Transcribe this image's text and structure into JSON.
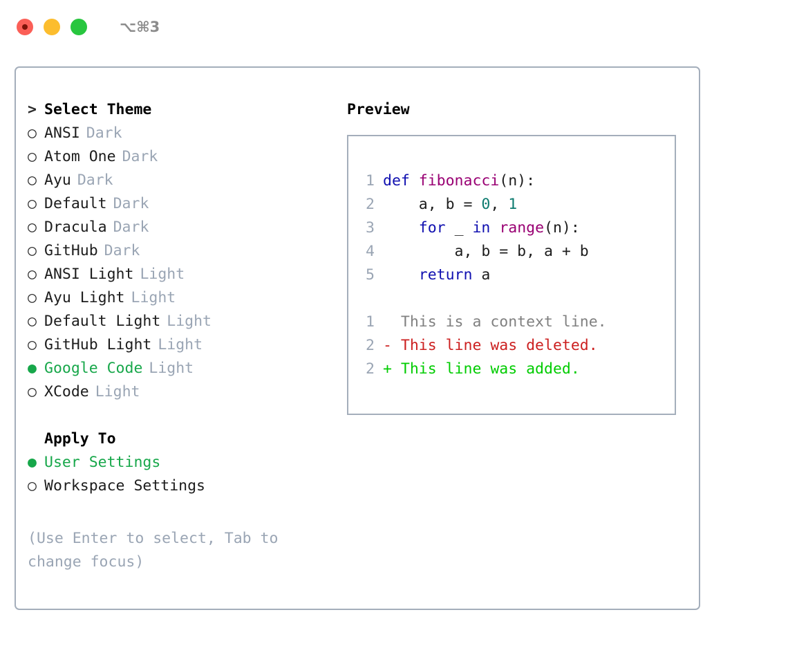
{
  "titlebar": {
    "shortcut": "⌥⌘3",
    "buttons": [
      "close",
      "minimize",
      "maximize"
    ]
  },
  "colors": {
    "accent_green": "#17a74a",
    "muted": "#9aa5b4",
    "border": "#a4aebb",
    "keyword": "#1010b0",
    "function": "#990073",
    "number": "#0b7a6e",
    "diff_added": "#00cc00",
    "diff_deleted": "#cc2020",
    "diff_context": "#808080"
  },
  "theme_list": {
    "header": "Select Theme",
    "header_prefix": ">",
    "marker_unselected": "○",
    "marker_selected": "●",
    "items": [
      {
        "name": "ANSI",
        "category": "Dark",
        "selected": false
      },
      {
        "name": "Atom One",
        "category": "Dark",
        "selected": false
      },
      {
        "name": "Ayu",
        "category": "Dark",
        "selected": false
      },
      {
        "name": "Default",
        "category": "Dark",
        "selected": false
      },
      {
        "name": "Dracula",
        "category": "Dark",
        "selected": false
      },
      {
        "name": "GitHub",
        "category": "Dark",
        "selected": false
      },
      {
        "name": "ANSI Light",
        "category": "Light",
        "selected": false
      },
      {
        "name": "Ayu Light",
        "category": "Light",
        "selected": false
      },
      {
        "name": "Default Light",
        "category": "Light",
        "selected": false
      },
      {
        "name": "GitHub Light",
        "category": "Light",
        "selected": false
      },
      {
        "name": "Google Code",
        "category": "Light",
        "selected": true
      },
      {
        "name": "XCode",
        "category": "Light",
        "selected": false
      }
    ]
  },
  "apply_to": {
    "header": "Apply To",
    "items": [
      {
        "name": "User Settings",
        "selected": true
      },
      {
        "name": "Workspace Settings",
        "selected": false
      }
    ]
  },
  "hint": "(Use Enter to select, Tab to change focus)",
  "preview": {
    "title": "Preview",
    "code_lines": [
      {
        "number": "1",
        "tokens": [
          {
            "text": "def ",
            "type": "keyword"
          },
          {
            "text": "fibonacci",
            "type": "function"
          },
          {
            "text": "(n):",
            "type": "plain"
          }
        ]
      },
      {
        "number": "2",
        "tokens": [
          {
            "text": "    a, b = ",
            "type": "plain"
          },
          {
            "text": "0",
            "type": "number"
          },
          {
            "text": ", ",
            "type": "plain"
          },
          {
            "text": "1",
            "type": "number"
          }
        ]
      },
      {
        "number": "3",
        "tokens": [
          {
            "text": "    ",
            "type": "plain"
          },
          {
            "text": "for",
            "type": "keyword"
          },
          {
            "text": " _ ",
            "type": "plain"
          },
          {
            "text": "in",
            "type": "keyword"
          },
          {
            "text": " ",
            "type": "plain"
          },
          {
            "text": "range",
            "type": "function"
          },
          {
            "text": "(n):",
            "type": "plain"
          }
        ]
      },
      {
        "number": "4",
        "tokens": [
          {
            "text": "        a, b = b, a + b",
            "type": "plain"
          }
        ]
      },
      {
        "number": "5",
        "tokens": [
          {
            "text": "    ",
            "type": "plain"
          },
          {
            "text": "return",
            "type": "keyword"
          },
          {
            "text": " a",
            "type": "plain"
          }
        ]
      }
    ],
    "diff_lines": [
      {
        "number": "1",
        "sign": " ",
        "text": " This is a context line.",
        "type": "context"
      },
      {
        "number": "2",
        "sign": "-",
        "text": " This line was deleted.",
        "type": "deleted"
      },
      {
        "number": "2",
        "sign": "+",
        "text": " This line was added.",
        "type": "added"
      }
    ]
  }
}
